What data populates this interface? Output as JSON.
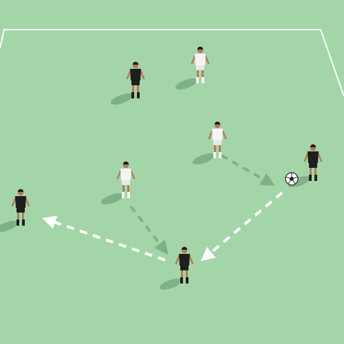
{
  "diagram": {
    "colors": {
      "pitch": "#a3d5a9",
      "lines": "#ffffff",
      "shadow": "#7fb187",
      "movement_arrow": "#7fb187",
      "pass_arrow": "#ffffff",
      "team_dark": "#1e1e1e",
      "team_light": "#f4f4f4",
      "skin": "#b27c55",
      "hair": "#2a1a12"
    },
    "players": [
      {
        "team": "dark",
        "role": "player"
      },
      {
        "team": "light",
        "role": "player"
      },
      {
        "team": "light",
        "role": "player"
      },
      {
        "team": "dark",
        "role": "player-with-ball"
      },
      {
        "team": "light",
        "role": "player"
      },
      {
        "team": "dark",
        "role": "player"
      },
      {
        "team": "dark",
        "role": "player"
      }
    ],
    "arrows": [
      {
        "type": "movement",
        "style": "dashed"
      },
      {
        "type": "movement",
        "style": "dashed"
      },
      {
        "type": "pass",
        "style": "dashed"
      },
      {
        "type": "pass",
        "style": "dashed"
      }
    ],
    "ball": {
      "icon": "soccer-ball-icon"
    }
  }
}
